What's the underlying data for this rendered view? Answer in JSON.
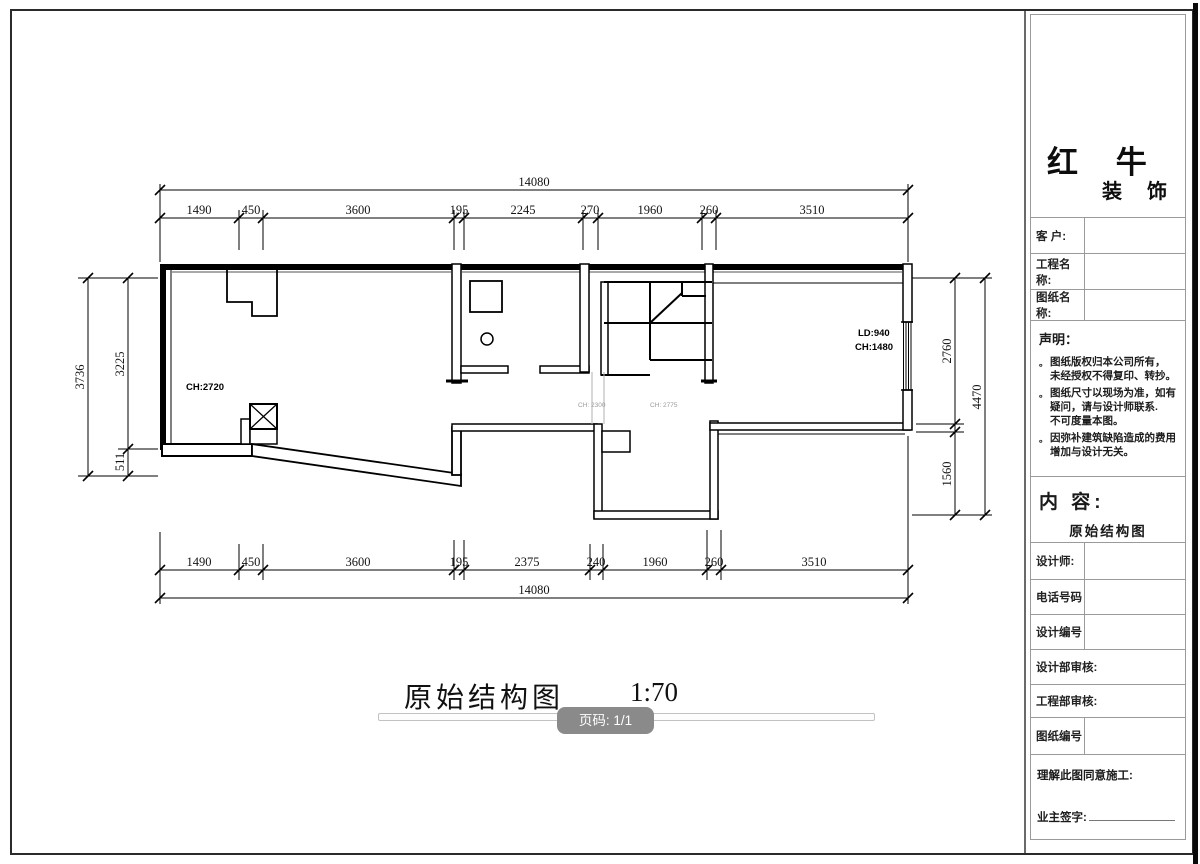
{
  "sidebar": {
    "brand": {
      "name_top": "红 牛",
      "name_bottom": "装 饰"
    },
    "fields": [
      {
        "label": "客  户:"
      },
      {
        "label": "工程名称:"
      },
      {
        "label": "图纸名称:"
      }
    ],
    "statement": {
      "title": "声明：",
      "bullet": "。",
      "items": [
        {
          "lines": [
            "图纸版权归本公司所有，",
            "未经授权不得复印、转抄。"
          ]
        },
        {
          "lines": [
            "图纸尺寸以现场为准，如有",
            "疑问，请与设计师联系.",
            "不可度量本图。"
          ]
        },
        {
          "lines": [
            "因弥补建筑缺陷造成的费用",
            "增加与设计无关。"
          ]
        }
      ]
    },
    "content": {
      "label": "内  容:",
      "value": "原始结构图"
    },
    "rows": [
      {
        "label": "设计师:"
      },
      {
        "label": "电话号码"
      },
      {
        "label": "设计编号"
      },
      {
        "label": "设计部审核:"
      },
      {
        "label": "工程部审核:"
      },
      {
        "label": "图纸编号"
      }
    ],
    "footer": {
      "agreement": "理解此图同意施工:",
      "signature": "业主签字:"
    }
  },
  "title_bar": {
    "title": "原始结构图",
    "scale": "1:70",
    "page_badge": "页码: 1/1"
  },
  "plan": {
    "room_labels": {
      "left_ch": "CH:2720",
      "right_ld": "LD:940",
      "right_ch": "CH:1480",
      "beam_a": "CH: 2300",
      "beam_b": "CH: 2775"
    },
    "dims": {
      "top_total": "14080",
      "top_segments": [
        "1490",
        "450",
        "3600",
        "195",
        "2245",
        "270",
        "1960",
        "260",
        "3510"
      ],
      "bottom_segments": [
        "1490",
        "450",
        "3600",
        "195",
        "2375",
        "240",
        "1960",
        "260",
        "3510"
      ],
      "bottom_total": "14080",
      "left_total": "3736",
      "left_segments": [
        "3225",
        "511"
      ],
      "right_segments": [
        "2760",
        "1560"
      ],
      "right_total": "4470"
    }
  }
}
